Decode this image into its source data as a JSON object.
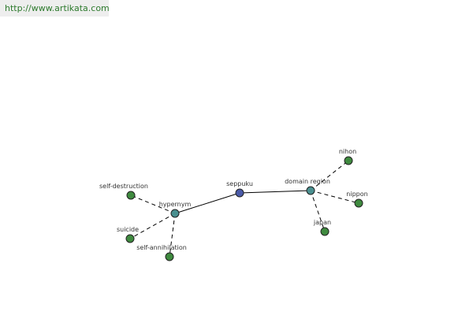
{
  "header": {
    "url": "http://www.artikata.com"
  },
  "graph": {
    "colors": {
      "center": "#4a5aa8",
      "hub": "#4a9090",
      "leaf": "#3f8a3f"
    },
    "nodes": [
      {
        "id": "seppuku",
        "label": "seppuku",
        "kind": "center"
      },
      {
        "id": "hypernym",
        "label": "hypernym",
        "kind": "hub"
      },
      {
        "id": "domain-region",
        "label": "domain region",
        "kind": "hub"
      },
      {
        "id": "self-destruction",
        "label": "self-destruction",
        "kind": "leaf"
      },
      {
        "id": "suicide",
        "label": "suicide",
        "kind": "leaf"
      },
      {
        "id": "self-annihilation",
        "label": "self-annihilation",
        "kind": "leaf"
      },
      {
        "id": "nihon",
        "label": "nihon",
        "kind": "leaf"
      },
      {
        "id": "nippon",
        "label": "nippon",
        "kind": "leaf"
      },
      {
        "id": "japan",
        "label": "japan",
        "kind": "leaf"
      }
    ],
    "edges": [
      {
        "from": "seppuku",
        "to": "hypernym",
        "style": "solid"
      },
      {
        "from": "seppuku",
        "to": "domain-region",
        "style": "solid"
      },
      {
        "from": "hypernym",
        "to": "self-destruction",
        "style": "dashed"
      },
      {
        "from": "hypernym",
        "to": "suicide",
        "style": "dashed"
      },
      {
        "from": "hypernym",
        "to": "self-annihilation",
        "style": "dashed"
      },
      {
        "from": "domain-region",
        "to": "nihon",
        "style": "dashed"
      },
      {
        "from": "domain-region",
        "to": "nippon",
        "style": "dashed"
      },
      {
        "from": "domain-region",
        "to": "japan",
        "style": "dashed"
      }
    ]
  }
}
